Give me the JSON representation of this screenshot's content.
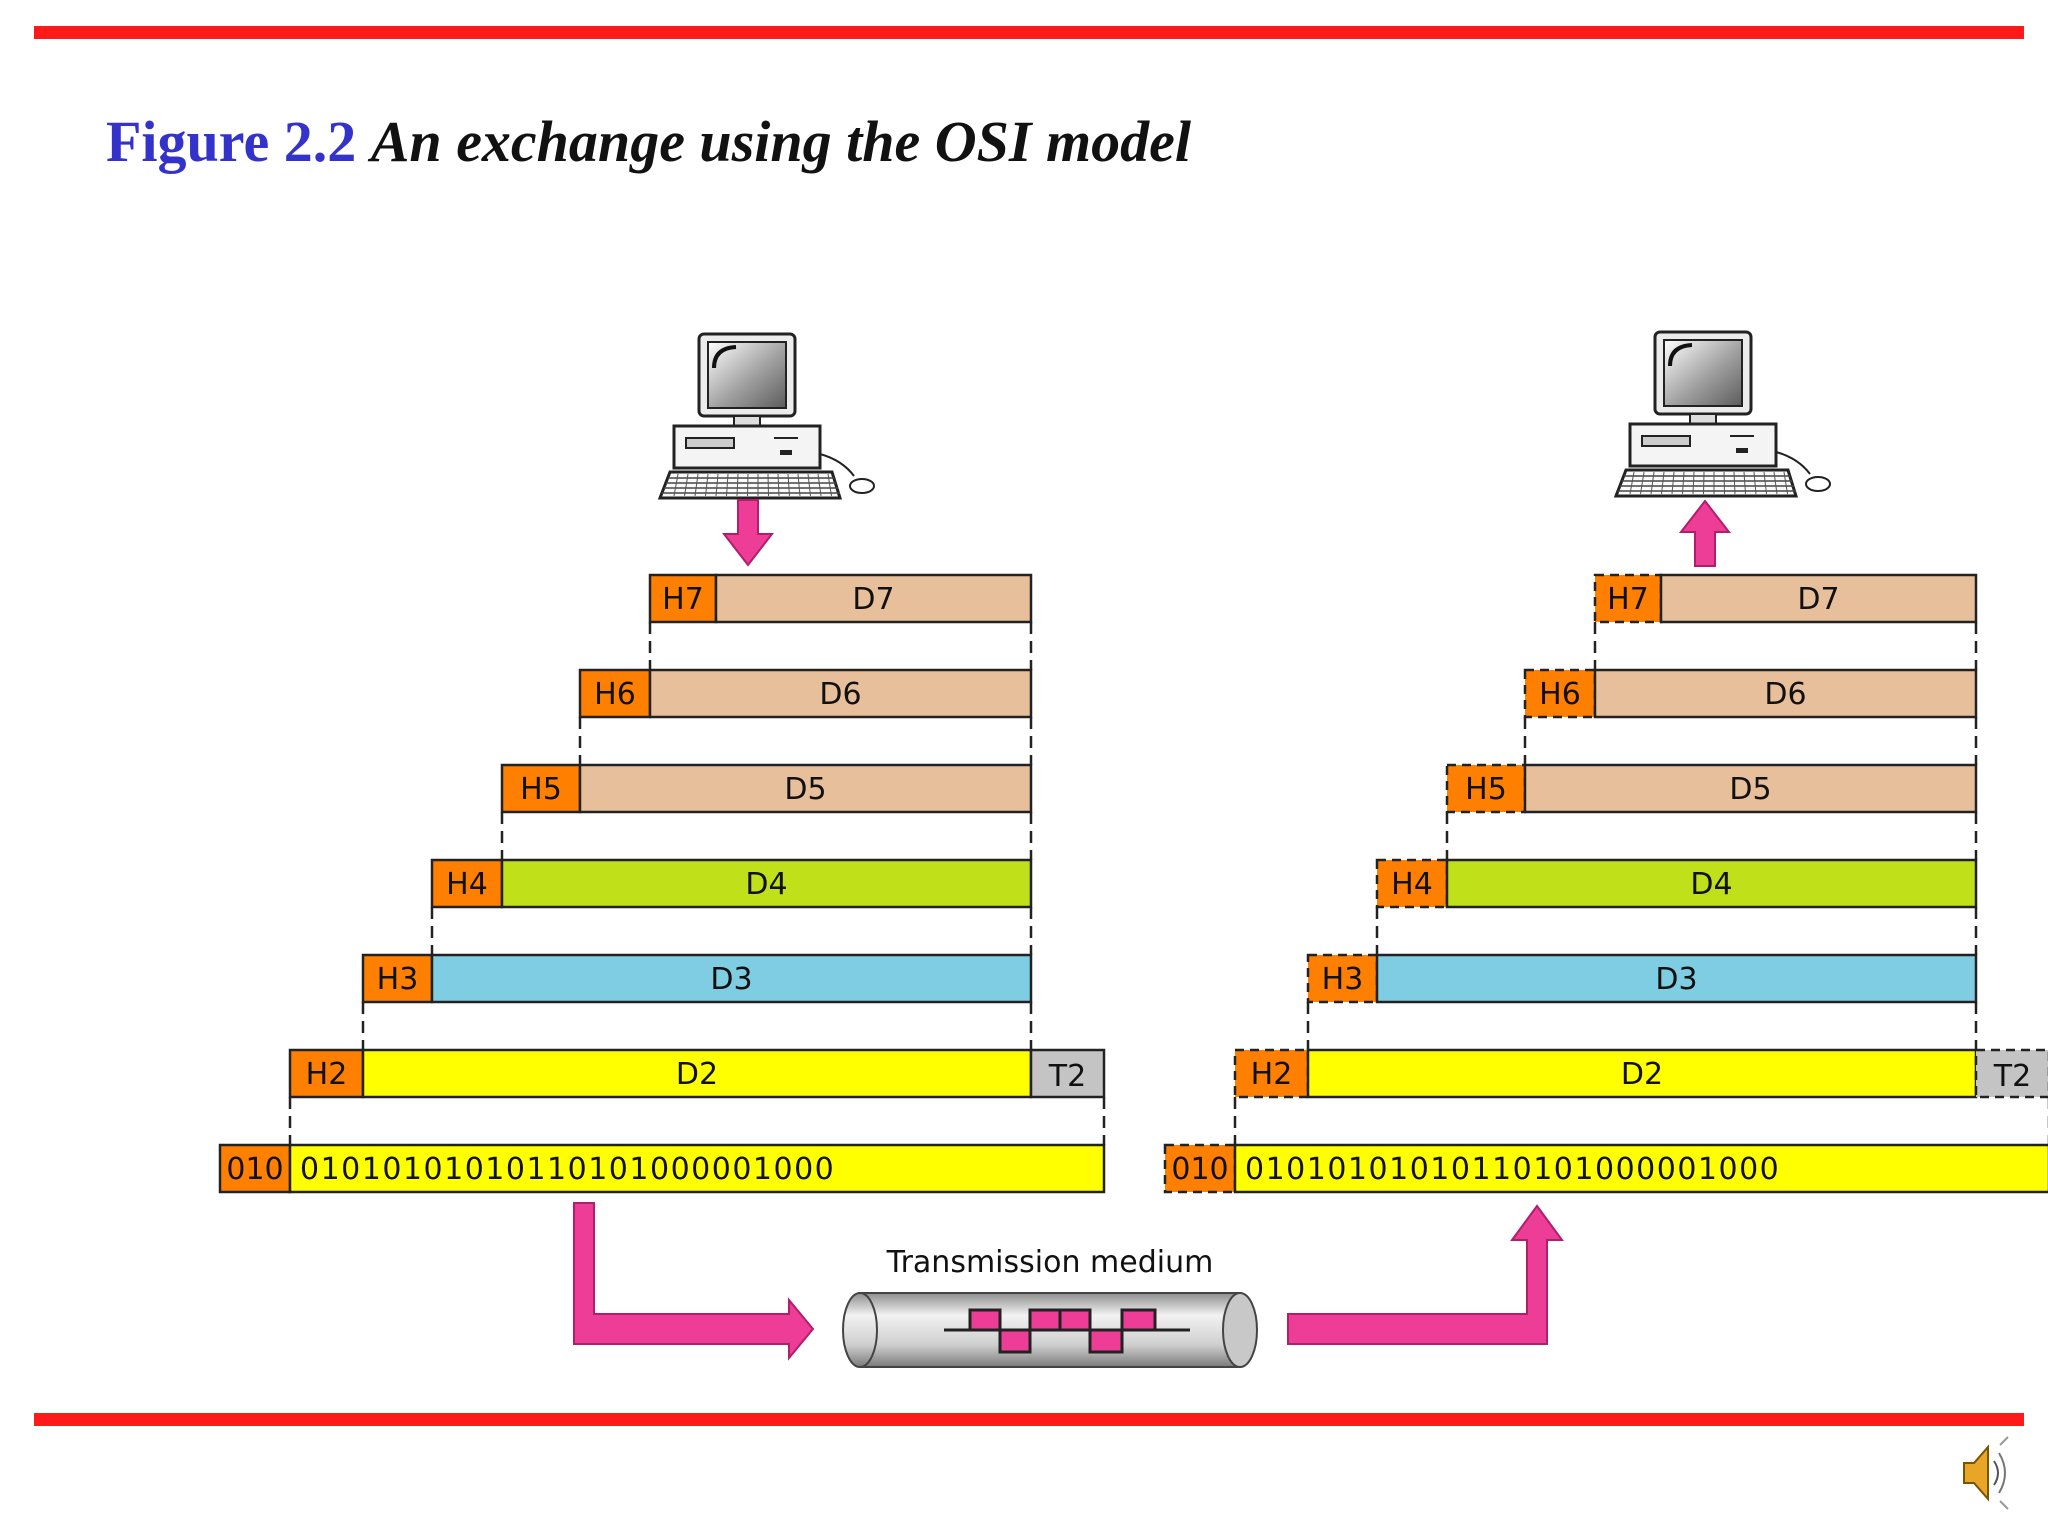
{
  "figure": {
    "number": "Figure 2.2",
    "caption": "An exchange using the OSI model"
  },
  "medium_label": "Transmission medium",
  "sender_frames": [
    {
      "header": "H7",
      "data": "D7"
    },
    {
      "header": "H6",
      "data": "D6"
    },
    {
      "header": "H5",
      "data": "D5"
    },
    {
      "header": "H4",
      "data": "D4"
    },
    {
      "header": "H3",
      "data": "D3"
    },
    {
      "header": "H2",
      "data": "D2",
      "trailer": "T2"
    }
  ],
  "receiver_frames": [
    {
      "header": "H7",
      "data": "D7"
    },
    {
      "header": "H6",
      "data": "D6"
    },
    {
      "header": "H5",
      "data": "D5"
    },
    {
      "header": "H4",
      "data": "D4"
    },
    {
      "header": "H3",
      "data": "D3"
    },
    {
      "header": "H2",
      "data": "D2",
      "trailer": "T2"
    }
  ],
  "bitstream": {
    "prefix": "010",
    "bits": "01010101010110101000001000"
  },
  "colors": {
    "accent_bar": "#ff1a1a",
    "title_number": "#3333cc",
    "header": "#ff8000",
    "upper_layer_data": "#e8bf9b",
    "transport_data": "#c0e01a",
    "network_data": "#7fcde3",
    "link_data": "#ffff00",
    "trailer": "#c4c4c4",
    "arrow": "#ee3d96"
  },
  "icons": [
    "desktop-computer-icon",
    "speaker-icon"
  ]
}
